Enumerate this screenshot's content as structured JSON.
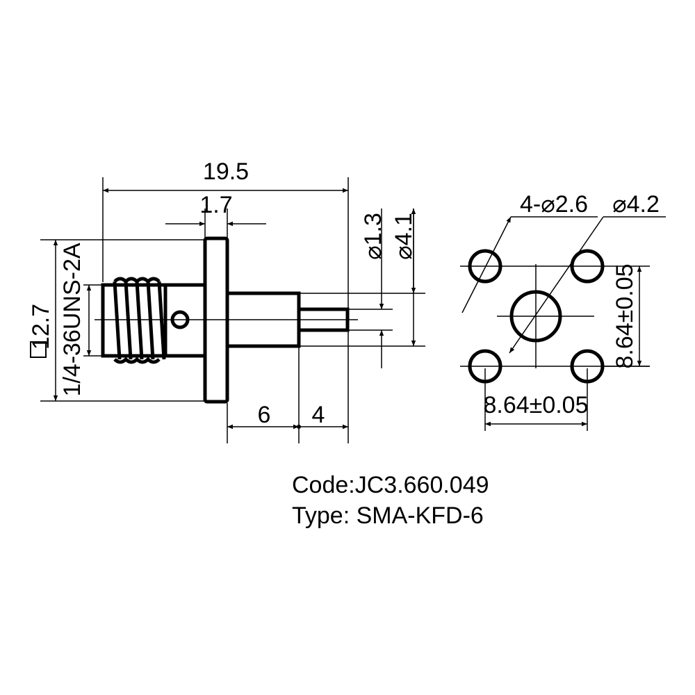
{
  "drawing": {
    "side_view": {
      "overall_length": "19.5",
      "flange_thickness": "1.7",
      "pin_diameter": "⌀1.3",
      "insulator_diameter": "⌀4.1",
      "flange_square": "12.7",
      "thread_spec": "1/4-36UNS-2A",
      "body_length": "6",
      "pin_length": "4"
    },
    "front_view": {
      "mounting_holes": "4-⌀2.6",
      "center_hole": "⌀4.2",
      "horizontal_spacing": "8.64±0.05",
      "vertical_spacing": "8.64±0.05"
    }
  },
  "info": {
    "code": "Code:JC3.660.049",
    "type": "Type: SMA-KFD-6"
  }
}
